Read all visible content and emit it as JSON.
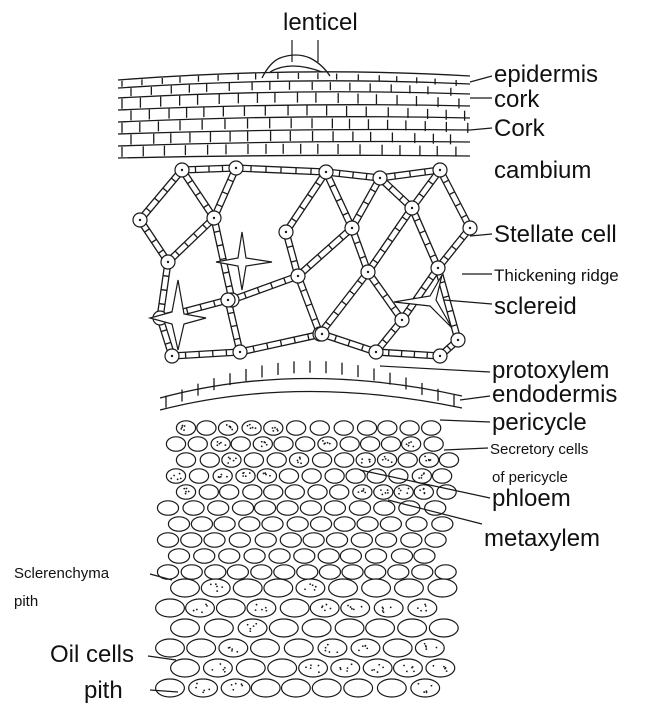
{
  "diagram": {
    "labels": {
      "lenticel": "lenticel",
      "epidermis": "epidermis",
      "cork_lower": "cork",
      "cork_upper": "Cork",
      "cambium": "cambium",
      "stellate_cell": "Stellate cell",
      "thickening_ridge": "Thickening ridge",
      "sclereid": "sclereid",
      "protoxylem": "protoxylem",
      "endodermis": "endodermis",
      "pericycle": "pericycle",
      "secretory_cells_1": "Secretory cells",
      "secretory_cells_2": "of pericycle",
      "phloem": "phloem",
      "metaxylem": "metaxylem",
      "sclerenchyma": "Sclerenchyma",
      "sclerenchyma_pith": "pith",
      "oil_cells": "Oil cells",
      "pith": "pith"
    }
  }
}
